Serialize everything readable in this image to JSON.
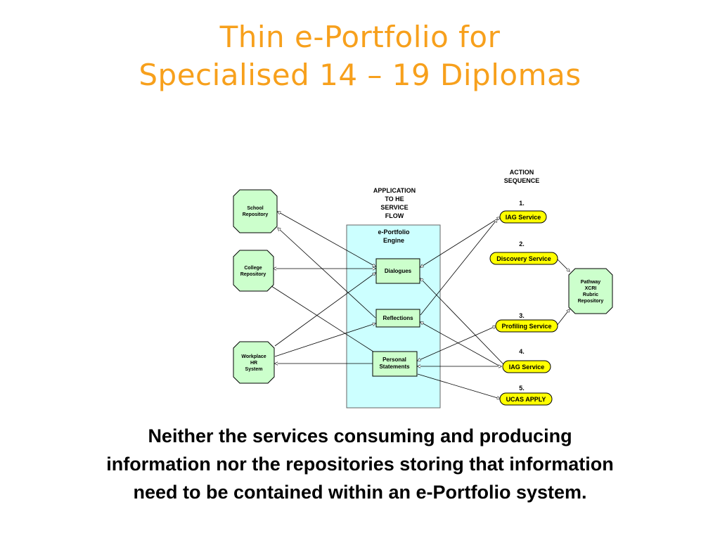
{
  "title": {
    "line1": "Thin e-Portfolio for",
    "line2": "Specialised 14 – 19 Diplomas"
  },
  "diagram": {
    "flow_label": [
      "APPLICATION",
      "TO HE",
      "SERVICE",
      "FLOW"
    ],
    "action_label": [
      "ACTION",
      "SEQUENCE"
    ],
    "engine_label": [
      "e-Portfolio",
      "Engine"
    ],
    "repositories": {
      "school": [
        "School",
        "Repository"
      ],
      "college": [
        "College",
        "Repository"
      ],
      "workplace": [
        "Workplace",
        "HR",
        "System"
      ],
      "pathway": [
        "Pathway",
        "XCRI",
        "Rubric",
        "Repository"
      ]
    },
    "engine_boxes": {
      "dialogues": [
        "Dialogues"
      ],
      "reflections": [
        "Reflections"
      ],
      "personal": [
        "Personal",
        "Statements"
      ]
    },
    "services": {
      "s1": {
        "step": "1.",
        "label": "IAG Service"
      },
      "s2": {
        "step": "2.",
        "label": "Discovery Service"
      },
      "s3": {
        "step": "3.",
        "label": "Profiling Service"
      },
      "s4": {
        "step": "4.",
        "label": "IAG Service"
      },
      "s5": {
        "step": "5.",
        "label": "UCAS APPLY"
      }
    },
    "colors": {
      "repository_fill": "#ccffcc",
      "engine_fill": "#ccffff",
      "service_fill": "#ffff00",
      "title": "#f7a01c"
    }
  },
  "caption": {
    "line1": "Neither the services consuming and producing",
    "line2": "information nor the repositories storing that information",
    "line3": "need to be contained within an e-Portfolio system."
  }
}
